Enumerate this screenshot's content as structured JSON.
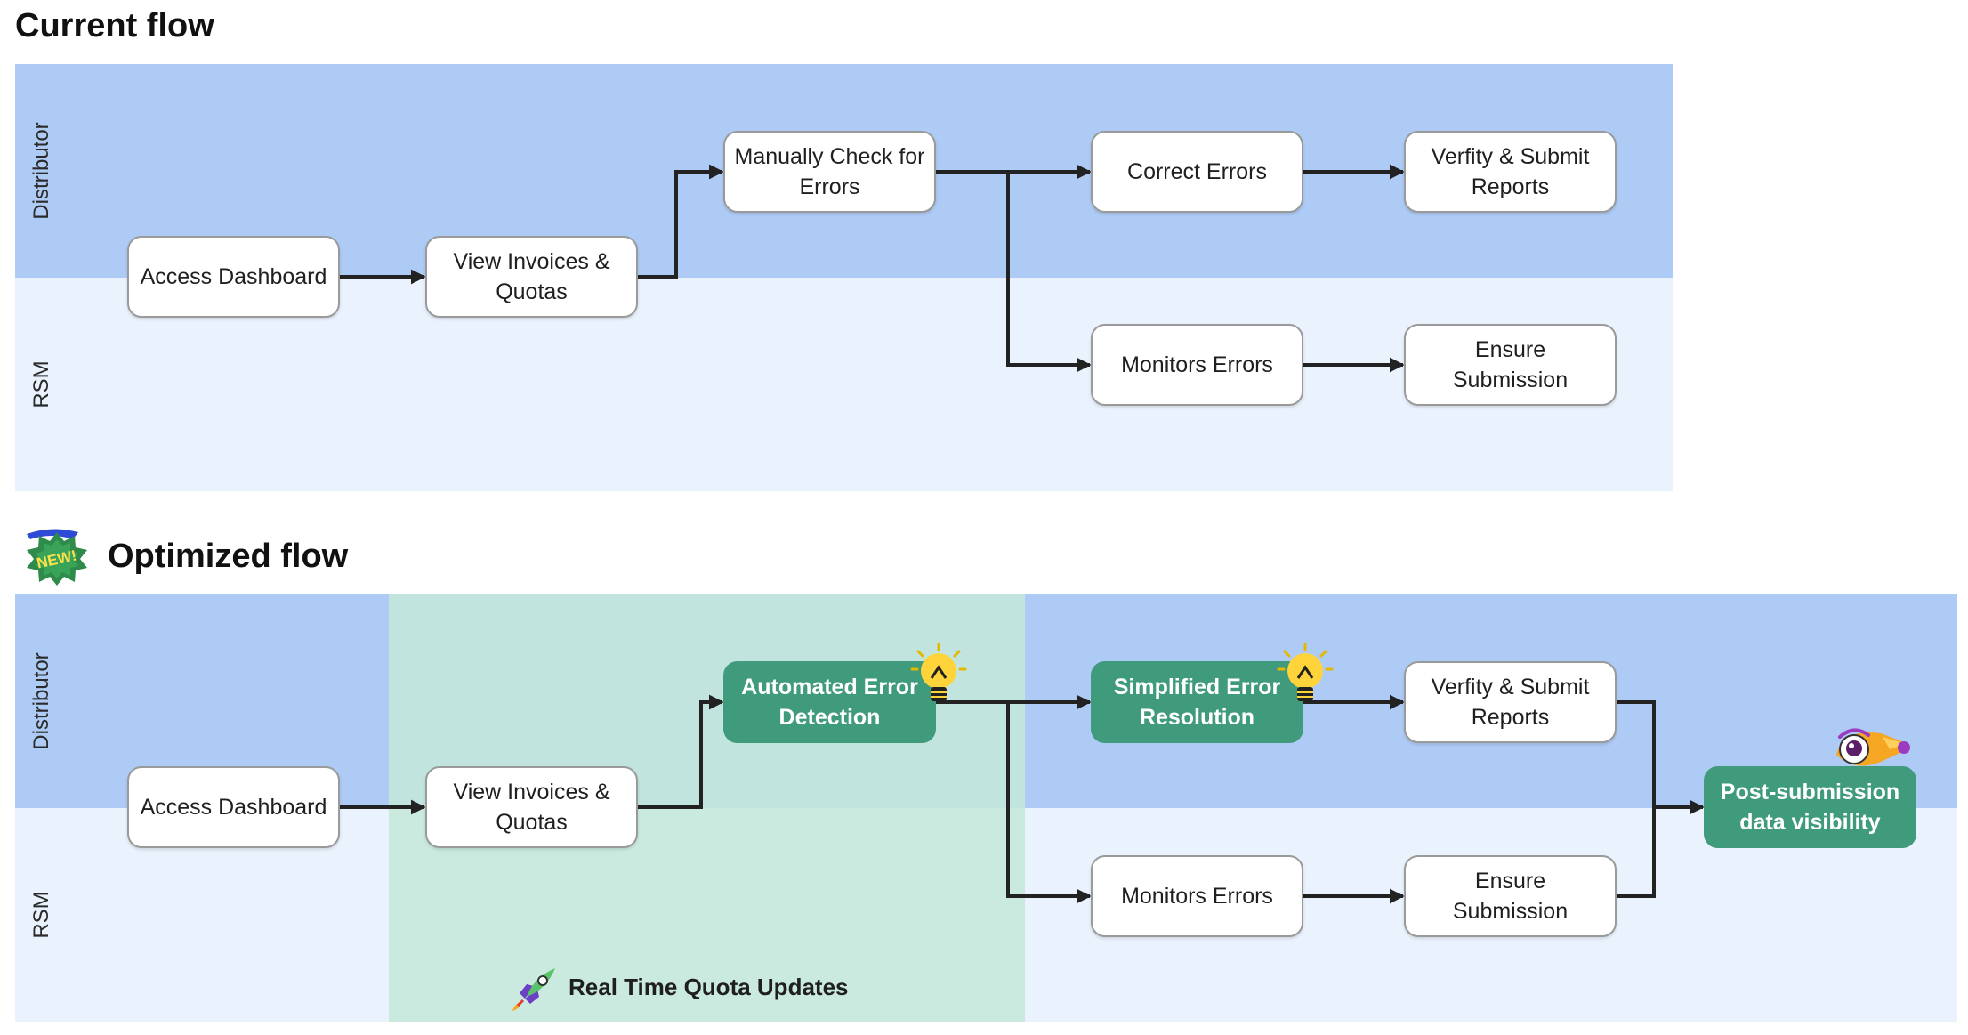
{
  "current_flow": {
    "title": "Current flow",
    "lanes": {
      "distributor": "Distributor",
      "rsm": "RSM"
    },
    "nodes": {
      "access_dashboard": "Access Dashboard",
      "view_invoices": "View Invoices & Quotas",
      "manually_check": "Manually Check for Errors",
      "correct_errors": "Correct Errors",
      "verify_submit": "Verfity & Submit Reports",
      "monitors_errors": "Monitors Errors",
      "ensure_submission": "Ensure Submission"
    }
  },
  "optimized_flow": {
    "title": "Optimized flow",
    "badge_text": "NEW!",
    "lanes": {
      "distributor": "Distributor",
      "rsm": "RSM"
    },
    "zone_caption": "Real Time Quota Updates",
    "nodes": {
      "access_dashboard": "Access Dashboard",
      "view_invoices": "View Invoices & Quotas",
      "automated_detection": "Automated Error Detection",
      "simplified_resolution": "Simplified Error Resolution",
      "verify_submit": "Verfity & Submit Reports",
      "monitors_errors": "Monitors Errors",
      "ensure_submission": "Ensure Submission",
      "post_submission": "Post-submission data visibility"
    }
  },
  "colors": {
    "distributor_lane": "#aecbf5",
    "rsm_lane": "#eaf2fd",
    "highlight_zone": "#c4e9da",
    "green_node": "#3f9b7c",
    "edge": "#222222"
  },
  "icons": [
    "new-badge-icon",
    "lightbulb-icon",
    "rocket-icon",
    "peeking-character-icon"
  ]
}
